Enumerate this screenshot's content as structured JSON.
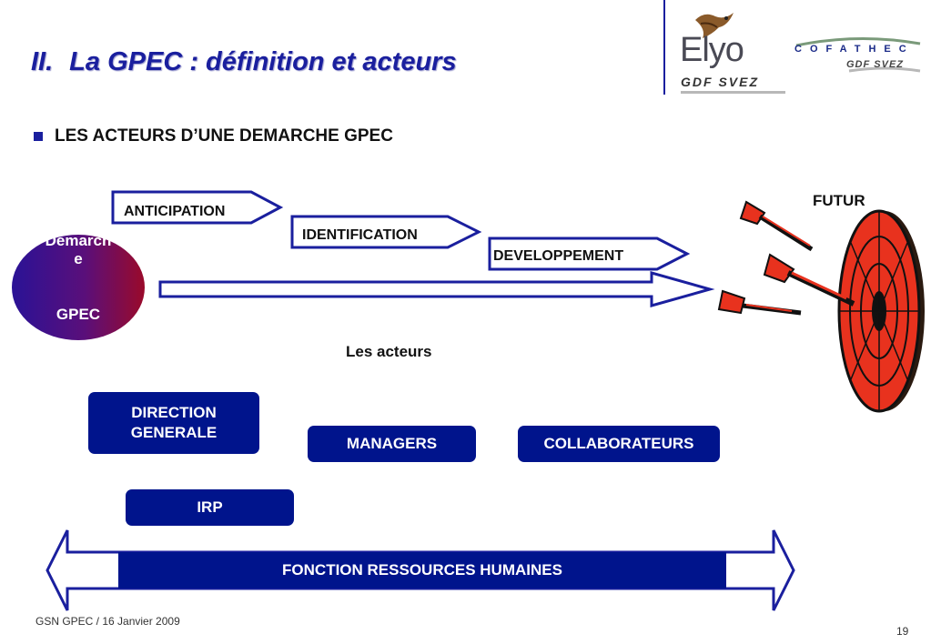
{
  "header": {
    "title_number": "II.",
    "title_text": "La GPEC : définition et acteurs",
    "logo_elyo": "Elyo",
    "logo_gdf_suez_1": "GDF SVEZ",
    "logo_cofathec": "COFATHEC",
    "logo_gdf_suez_2": "GDF SVEZ"
  },
  "subtitle": "LES ACTEURS D’UNE DEMARCHE GPEC",
  "ellipse": {
    "line1": "Demarch",
    "line2": "e",
    "line3": "GPEC"
  },
  "arrows": {
    "anticipation": "ANTICIPATION",
    "identification": "IDENTIFICATION",
    "developpement": "DEVELOPPEMENT"
  },
  "futur": "FUTUR",
  "acteurs_label": "Les acteurs",
  "boxes": {
    "direction": [
      "DIRECTION",
      "GENERALE"
    ],
    "managers": "MANAGERS",
    "collaborateurs": "COLLABORATEURS",
    "irp": "IRP"
  },
  "rh_bar": "FONCTION RESSOURCES HUMAINES",
  "footer": {
    "text": "GSN GPEC / 16 Janvier 2009",
    "page": "19"
  },
  "colors": {
    "title_blue": "#1a1f9e",
    "box_blue": "#00148c",
    "target_red": "#e8321e"
  }
}
